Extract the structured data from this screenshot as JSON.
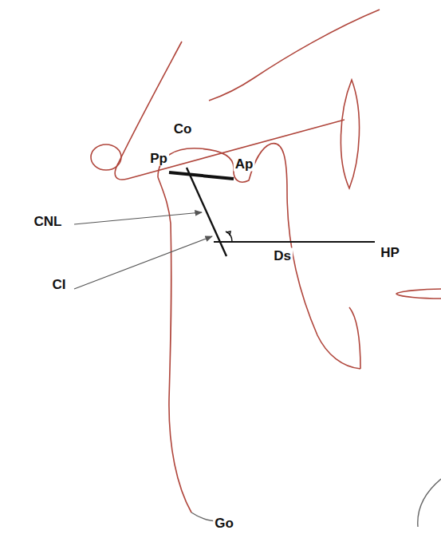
{
  "diagram": {
    "labels": [
      "Co",
      "Pp",
      "Ap",
      "CNL",
      "CI",
      "Ds",
      "HP",
      "Go"
    ]
  }
}
